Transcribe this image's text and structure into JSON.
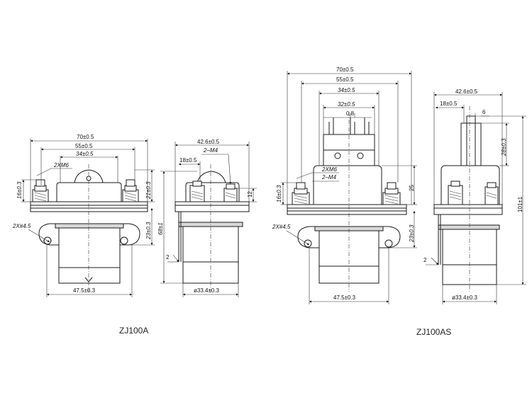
{
  "models": [
    {
      "id": "zj100a",
      "caption": "ZJ100A",
      "front_dims": {
        "overall_width": "70±0.5",
        "mount_spacing": "55±0.5",
        "inner_spacing": "34±0.5",
        "terminal_thread": "2XM6",
        "terminal_height": "16±0.3",
        "upper_height": "21±0.3",
        "base_height": "23±0.3",
        "holes": "2X#4.5",
        "body_width": "47.5±0.3"
      },
      "side_dims": {
        "overall_width": "42.6±0.5",
        "terminal_offset": "18±0.5",
        "aux_thread": "2–M4",
        "aux_height": "12",
        "total_height": "68±1",
        "flange": "2",
        "body_diameter": "ø33.4±0.3"
      }
    },
    {
      "id": "zj100as",
      "caption": "ZJ100AS",
      "front_dims": {
        "overall_width": "70±0.5",
        "mount_spacing": "55±0.5",
        "inner_spacing": "34±0.5",
        "switch_width": "32±0.5",
        "switch_pin": "0.8",
        "terminal_thread": "2XM6",
        "aux_thread": "2–M4",
        "terminal_height": "16±0.3",
        "upper_height": "25",
        "base_height": "23±0.3",
        "holes": "2X#4.5",
        "body_width": "47.5±0.3"
      },
      "side_dims": {
        "overall_width": "42.6±0.5",
        "terminal_offset": "18±0.5",
        "switch_pin": "6",
        "switch_height": "28±0.3",
        "total_height": "101±1",
        "flange": "2",
        "body_diameter": "ø33.4±0.3"
      }
    }
  ]
}
